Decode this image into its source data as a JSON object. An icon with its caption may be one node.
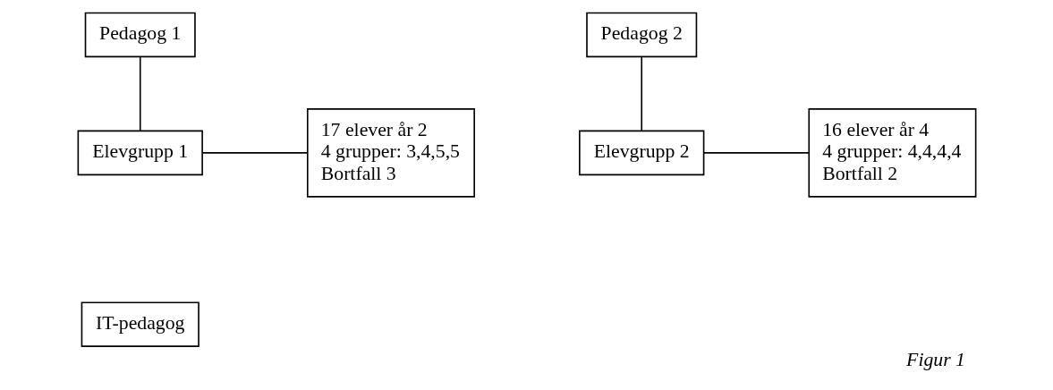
{
  "diagram": {
    "caption": "Figur 1",
    "nodes": [
      {
        "text": [
          "Pedagog 1"
        ]
      },
      {
        "text": [
          "Elevgrupp 1"
        ]
      },
      {
        "text": [
          "17 elever år 2",
          "4 grupper: 3,4,5,5",
          "Bortfall 3"
        ]
      },
      {
        "text": [
          "Pedagog 2"
        ]
      },
      {
        "text": [
          "Elevgrupp 2"
        ]
      },
      {
        "text": [
          "16 elever år 4",
          "4 grupper: 4,4,4,4",
          "Bortfall 2"
        ]
      },
      {
        "text": [
          "IT-pedagog"
        ]
      }
    ],
    "edges": [
      {
        "from": 0,
        "to": 1,
        "arrow": "none"
      },
      {
        "from": 1,
        "to": 2,
        "arrow": "none"
      },
      {
        "from": 3,
        "to": 4,
        "arrow": "none"
      },
      {
        "from": 4,
        "to": 5,
        "arrow": "none"
      }
    ]
  }
}
